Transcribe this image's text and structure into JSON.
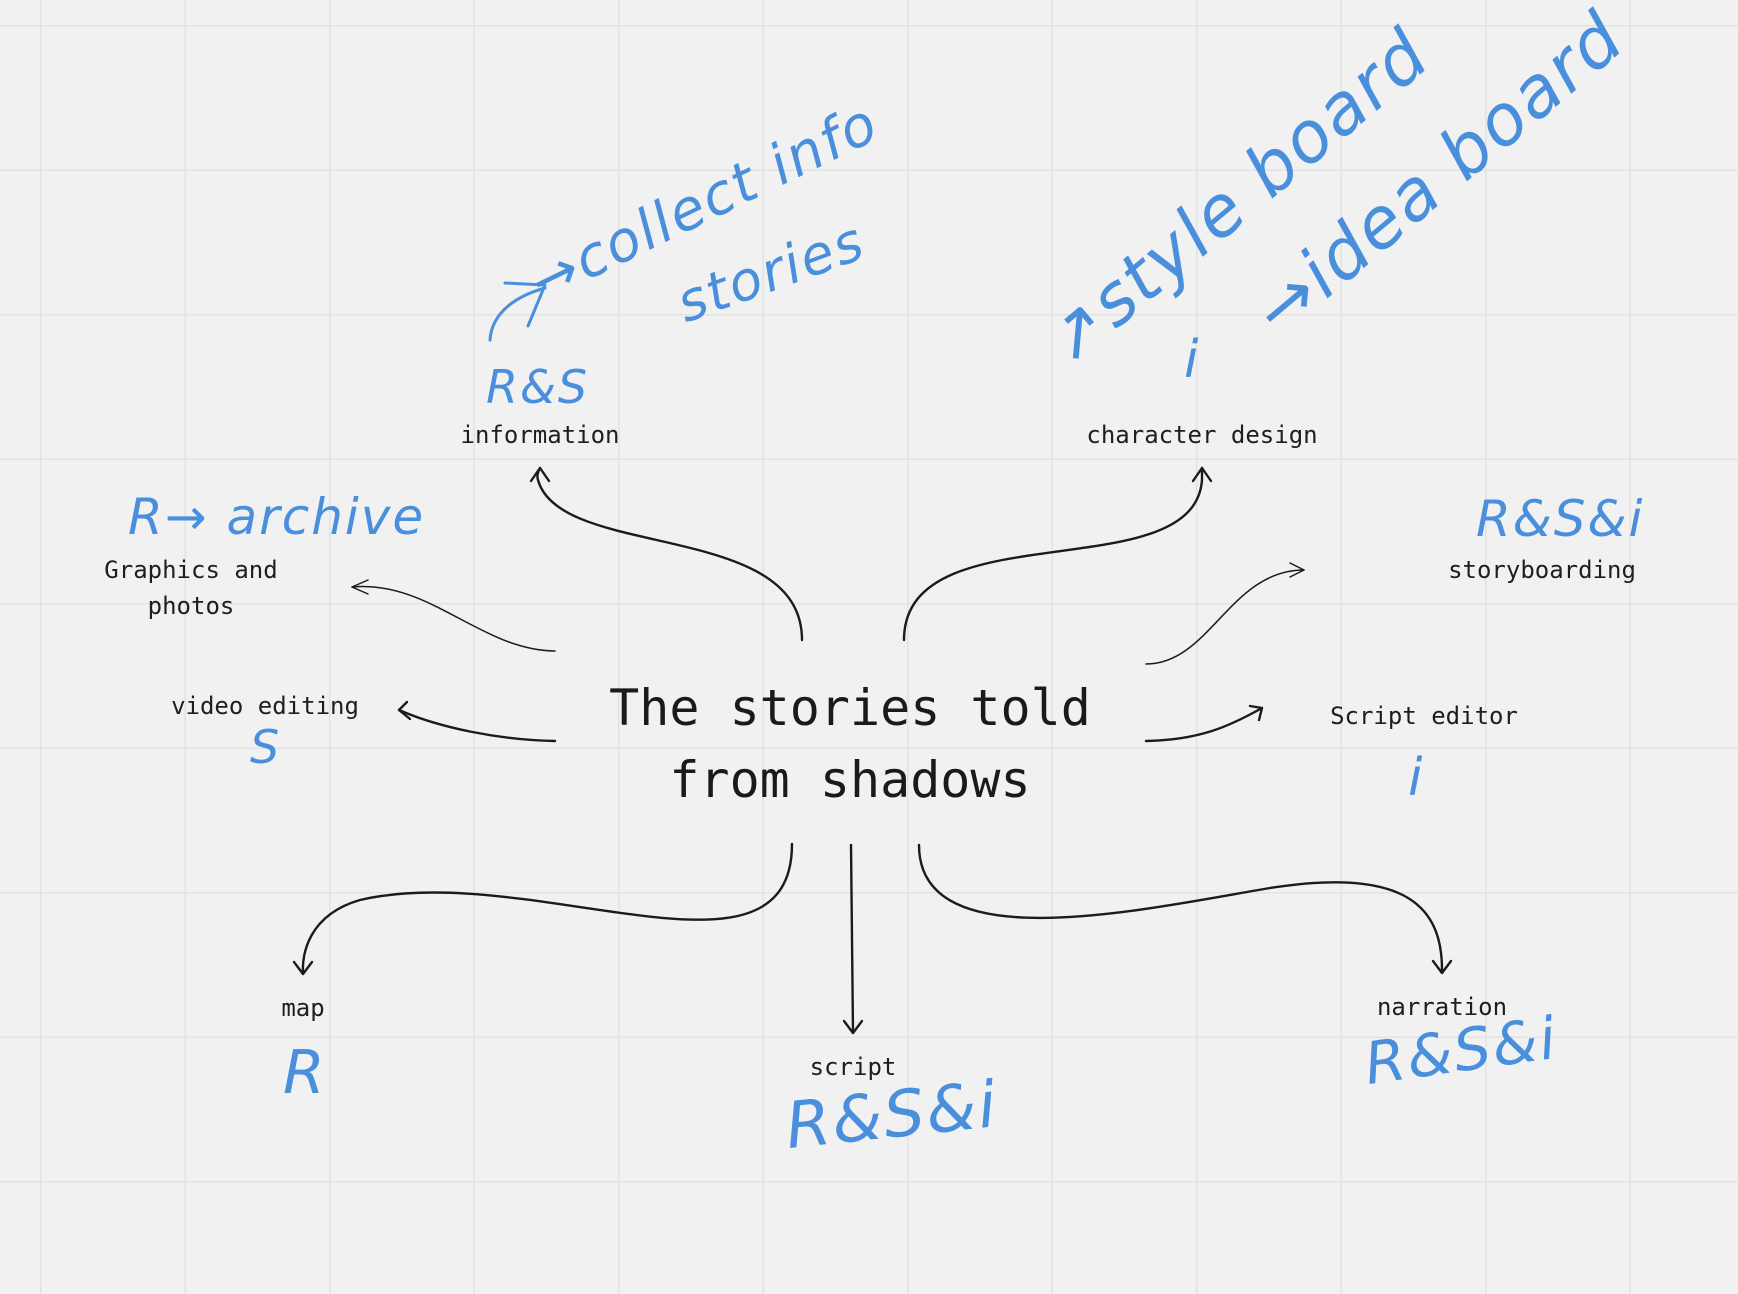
{
  "central_topic": {
    "line1": "The stories told",
    "line2": "from shadows"
  },
  "nodes": {
    "information": "information",
    "character_design": "character design",
    "graphics_photos": "Graphics and photos",
    "storyboarding": "storyboarding",
    "video_editing": "video editing",
    "script_editor": "Script editor",
    "map": "map",
    "script": "script",
    "narration": "narration"
  },
  "handwritten_notes": {
    "collect_info": "→collect info",
    "stories": "stories",
    "information_tag": "R&S",
    "style_board": "↗style board",
    "idea_board": "→idea board",
    "character_tag": "i",
    "archive": "R→ archive",
    "storyboarding_tag": "R&S&i",
    "video_editing_tag": "S",
    "script_editor_tag": "i",
    "map_tag": "R",
    "script_tag": "R&S&i",
    "narration_tag": "R&S&i"
  },
  "colors": {
    "background": "#f1f1f1",
    "grid": "#e2e2e2",
    "text": "#1e1e1e",
    "handwriting": "#4a8fdc"
  }
}
